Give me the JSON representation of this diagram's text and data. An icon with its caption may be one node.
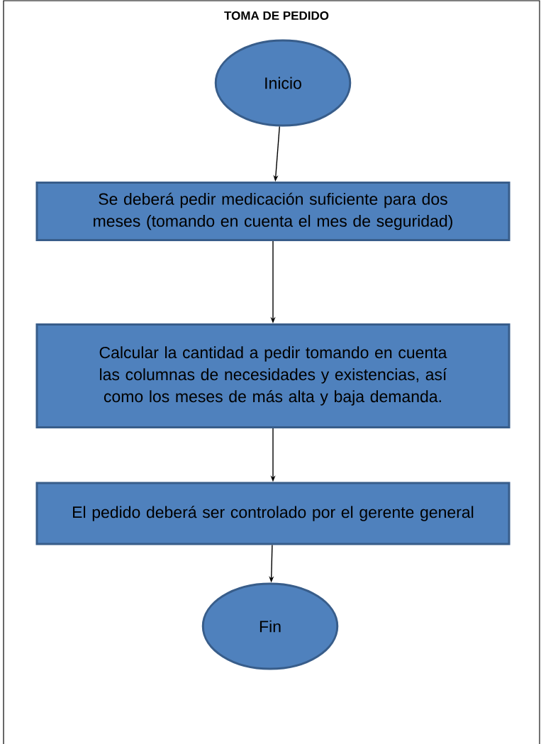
{
  "diagram": {
    "title": "TOMA DE PEDIDO",
    "nodes": [
      {
        "text": [
          "Inicio"
        ]
      },
      {
        "text": [
          "Se deberá  pedir medicación suficiente para dos meses (tomando en cuenta el mes de seguridad)"
        ]
      },
      {
        "text": [
          "Calcular la cantidad a pedir tomando en cuenta las columnas de necesidades y existencias, así como los meses de más alta y baja demanda."
        ]
      },
      {
        "text": [
          "El pedido deberá ser controlado por el gerente general"
        ]
      },
      {
        "text": [
          "Fin"
        ]
      }
    ],
    "edges": [
      {
        "from": 0,
        "to": 1,
        "arrow": "to"
      },
      {
        "from": 1,
        "to": 2,
        "arrow": "to"
      },
      {
        "from": 2,
        "to": 3,
        "arrow": "to"
      },
      {
        "from": 3,
        "to": 4,
        "arrow": "to"
      }
    ]
  }
}
